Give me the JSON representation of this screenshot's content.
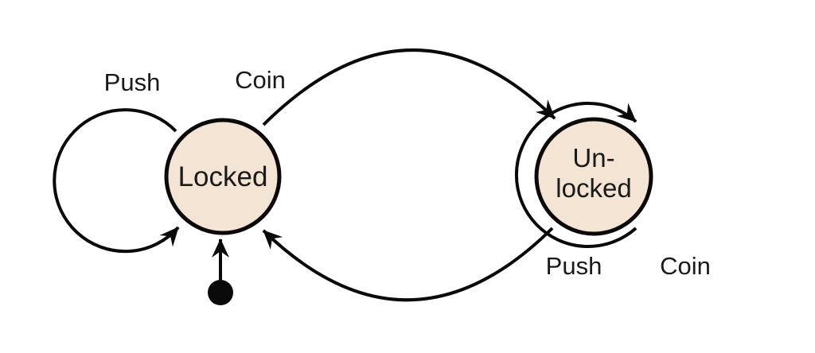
{
  "diagram": {
    "type": "state-machine",
    "states": [
      {
        "id": "locked",
        "label": "Locked",
        "initial": true
      },
      {
        "id": "unlocked",
        "label_lines": [
          "Un-",
          "locked"
        ]
      }
    ],
    "transitions": [
      {
        "from": "locked",
        "to": "locked",
        "label": "Push"
      },
      {
        "from": "locked",
        "to": "unlocked",
        "label": "Coin"
      },
      {
        "from": "unlocked",
        "to": "locked",
        "label": "Push"
      },
      {
        "from": "unlocked",
        "to": "unlocked",
        "label": "Coin"
      }
    ],
    "colors": {
      "background": "#ffffff",
      "state_fill": "#f3e4d4",
      "stroke": "#0a0a0a",
      "text": "#1a1a1a"
    }
  }
}
